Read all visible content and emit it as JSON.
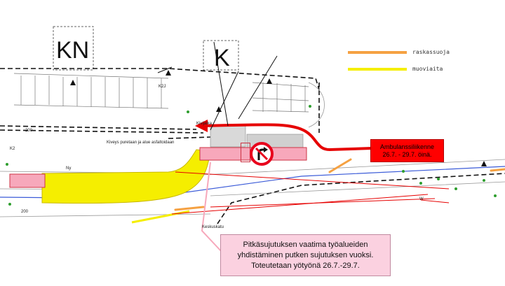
{
  "buildings": {
    "kn_label": "KN",
    "k_label": "K"
  },
  "legend": {
    "items": [
      {
        "label": "raskassuoja",
        "color": "#f5a142",
        "icon": "orange-line"
      },
      {
        "label": "muoviaita",
        "color": "#f5ee00",
        "icon": "yellow-line"
      }
    ]
  },
  "map_labels": {
    "kiveys": "Kiveys puretaan ja alue asfaltoidaan",
    "ny": "Ny",
    "keskuskatu": "Keskuskatu",
    "kivijalka": "Kivijalka",
    "num_200_left": "200",
    "num_200_bottom": "200",
    "k2": "K2",
    "k2j": "K2J",
    "route_w": "W"
  },
  "ambulance": {
    "line1": "Ambulanssiliikenne",
    "line2": "26.7. - 29.7. öinä."
  },
  "note": {
    "line1": "Pitkäsujutuksen vaatima työalueiden",
    "line2": "yhdistäminen putken sujutuksen vuoksi.",
    "line3": "Toteutetaan yötyönä 26.7.-29.7."
  },
  "colors": {
    "detour_red": "#e60000",
    "barrier_yellow": "#f5ee00",
    "shelter_orange": "#f5a142",
    "zone_pink": "#f7a8bb",
    "note_pink": "#fbd1e0",
    "pipe_blue": "#3b5bd8",
    "green_trees": "#2e9e2e"
  },
  "signs": {
    "no_right_turn": "no-right-turn-sign-icon"
  }
}
